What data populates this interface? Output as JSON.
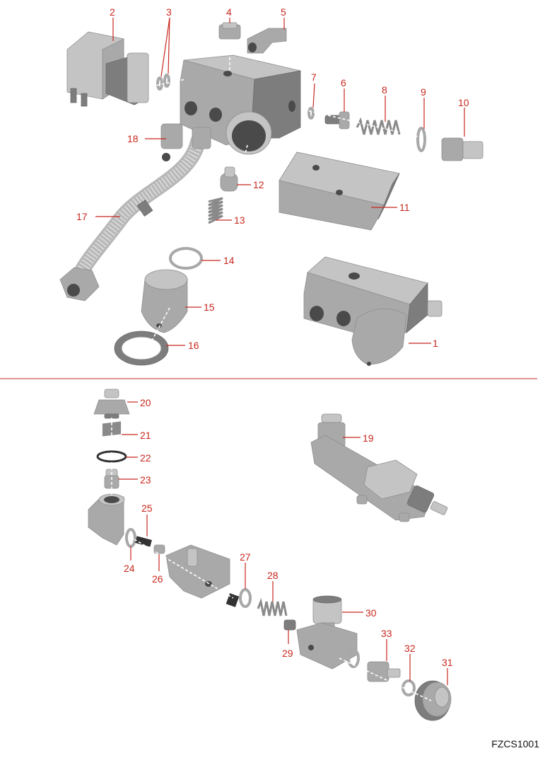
{
  "drawing_code": "FZCS1001",
  "colors": {
    "accent": "#c8281e",
    "part": "#a9a9a9",
    "background": "#ffffff"
  },
  "callouts": [
    {
      "id": "c1",
      "label": "1"
    },
    {
      "id": "c2",
      "label": "2"
    },
    {
      "id": "c3",
      "label": "3"
    },
    {
      "id": "c4",
      "label": "4"
    },
    {
      "id": "c5",
      "label": "5"
    },
    {
      "id": "c6",
      "label": "6"
    },
    {
      "id": "c7",
      "label": "7"
    },
    {
      "id": "c8",
      "label": "8"
    },
    {
      "id": "c9",
      "label": "9"
    },
    {
      "id": "c10",
      "label": "10"
    },
    {
      "id": "c11",
      "label": "11"
    },
    {
      "id": "c12",
      "label": "12"
    },
    {
      "id": "c13",
      "label": "13"
    },
    {
      "id": "c14",
      "label": "14"
    },
    {
      "id": "c15",
      "label": "15"
    },
    {
      "id": "c16",
      "label": "16"
    },
    {
      "id": "c17",
      "label": "17"
    },
    {
      "id": "c18",
      "label": "18"
    },
    {
      "id": "c19",
      "label": "19"
    },
    {
      "id": "c20",
      "label": "20"
    },
    {
      "id": "c21",
      "label": "21"
    },
    {
      "id": "c22",
      "label": "22"
    },
    {
      "id": "c23",
      "label": "23"
    },
    {
      "id": "c24",
      "label": "24"
    },
    {
      "id": "c25",
      "label": "25"
    },
    {
      "id": "c26",
      "label": "26"
    },
    {
      "id": "c27",
      "label": "27"
    },
    {
      "id": "c28",
      "label": "28"
    },
    {
      "id": "c29",
      "label": "29"
    },
    {
      "id": "c30",
      "label": "30"
    },
    {
      "id": "c31",
      "label": "31"
    },
    {
      "id": "c32",
      "label": "32"
    },
    {
      "id": "c33",
      "label": "33"
    }
  ]
}
